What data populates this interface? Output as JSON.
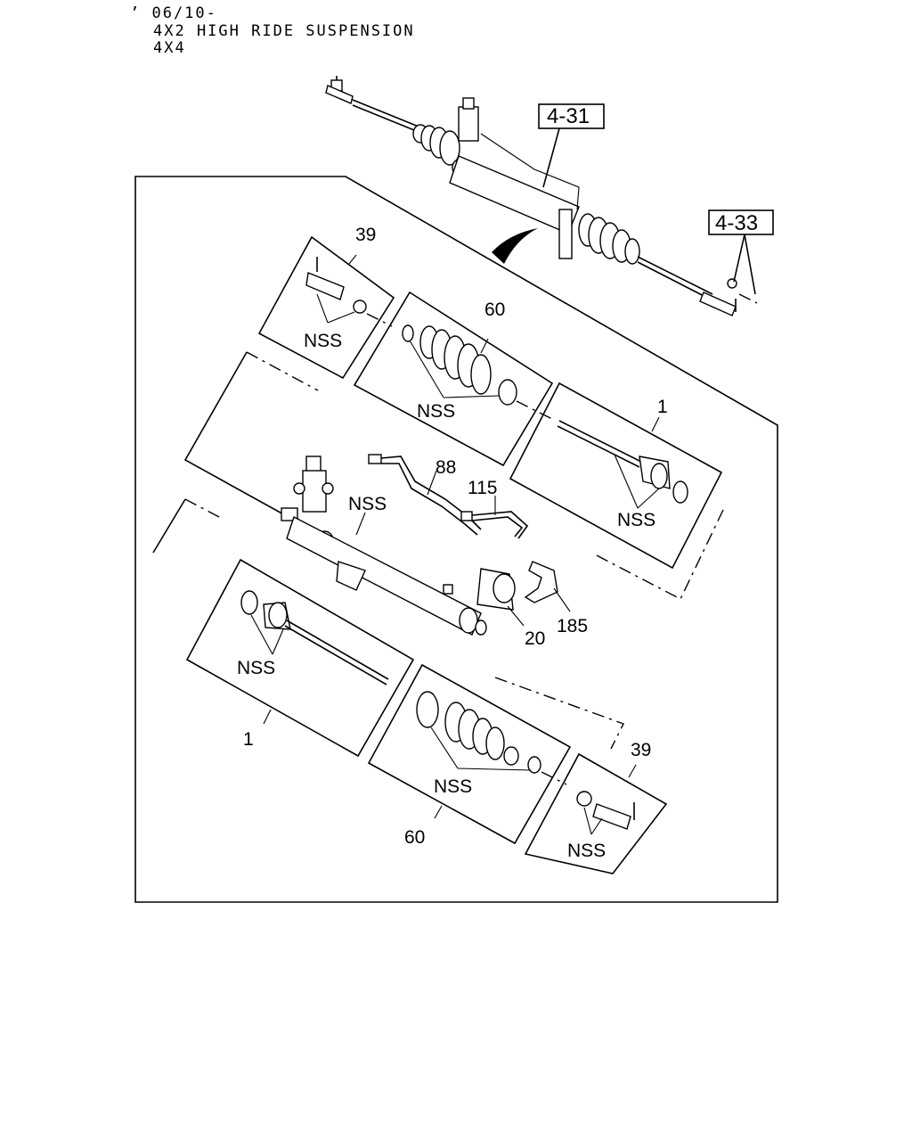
{
  "header": {
    "line1": "’ 06/10-",
    "line2": "4X2 HIGH RIDE SUSPENSION",
    "line3": "4X4"
  },
  "refs": {
    "ref_431": "4-31",
    "ref_433": "4-33"
  },
  "callouts": {
    "tie_rod_end_top": "39",
    "boot_top": "60",
    "inner_rod_right": "1",
    "pipe_88": "88",
    "pipe_115": "115",
    "gear_nss": "NSS",
    "mount_20": "20",
    "bracket_185": "185",
    "inner_rod_left": "1",
    "boot_bottom": "60",
    "tie_rod_end_bottom": "39"
  },
  "nss": {
    "tie_rod_end_top": "NSS",
    "boot_top": "NSS",
    "inner_rod_right": "NSS",
    "inner_rod_left": "NSS",
    "boot_bottom": "NSS",
    "tie_rod_end_bottom": "NSS"
  }
}
